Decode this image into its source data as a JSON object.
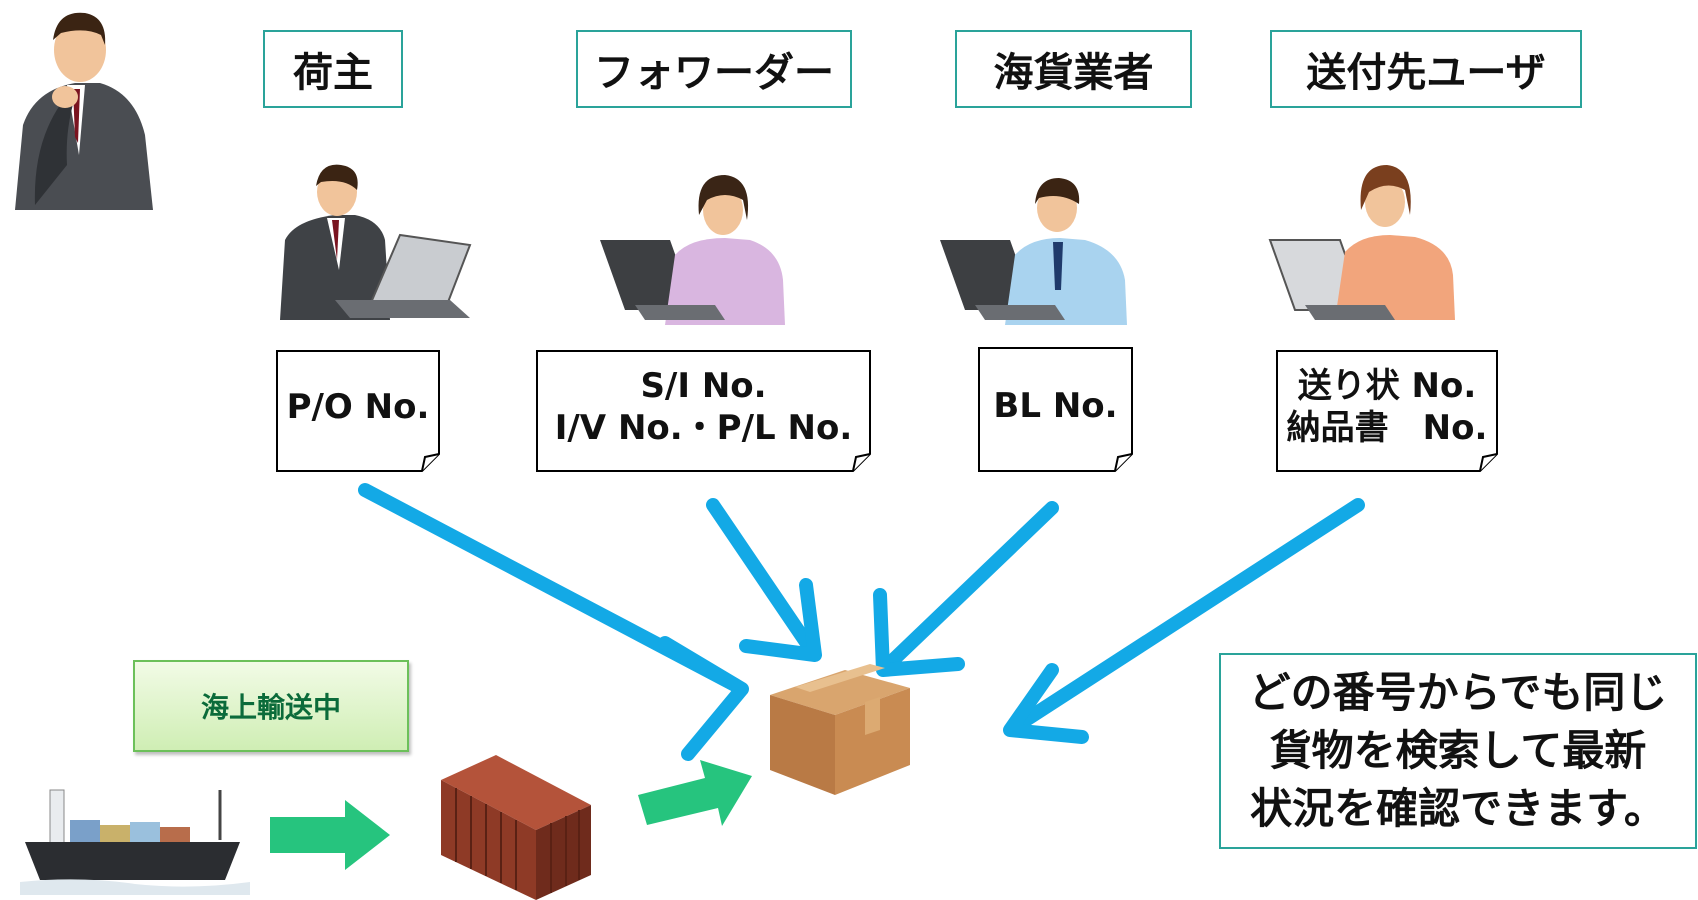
{
  "roles": [
    {
      "label": "荷主"
    },
    {
      "label": "フォワーダー"
    },
    {
      "label": "海貨業者"
    },
    {
      "label": "送付先ユーザ"
    }
  ],
  "documents": [
    {
      "lines": [
        "P/O No."
      ]
    },
    {
      "lines": [
        "S/I No.",
        "I/V No.・P/L No."
      ]
    },
    {
      "lines": [
        "BL No."
      ]
    },
    {
      "lines": [
        "送り状 No.",
        "納品書　No."
      ]
    }
  ],
  "status_label": "海上輸送中",
  "message_lines": [
    "どの番号からでも同じ",
    "貨物を検索して最新",
    "状況を確認できます。"
  ],
  "colors": {
    "box_border": "#2aa39a",
    "arrow_blue": "#13a9e6",
    "arrow_green": "#26c47e",
    "status_fill": "#dff4cc",
    "status_text": "#0b6b3a"
  },
  "icons": [
    "thinking-businessman",
    "laptop-user-man",
    "laptop-user-woman",
    "laptop-user-man-blue",
    "laptop-user-woman-orange",
    "cargo-ship",
    "shipping-container",
    "cardboard-box"
  ]
}
